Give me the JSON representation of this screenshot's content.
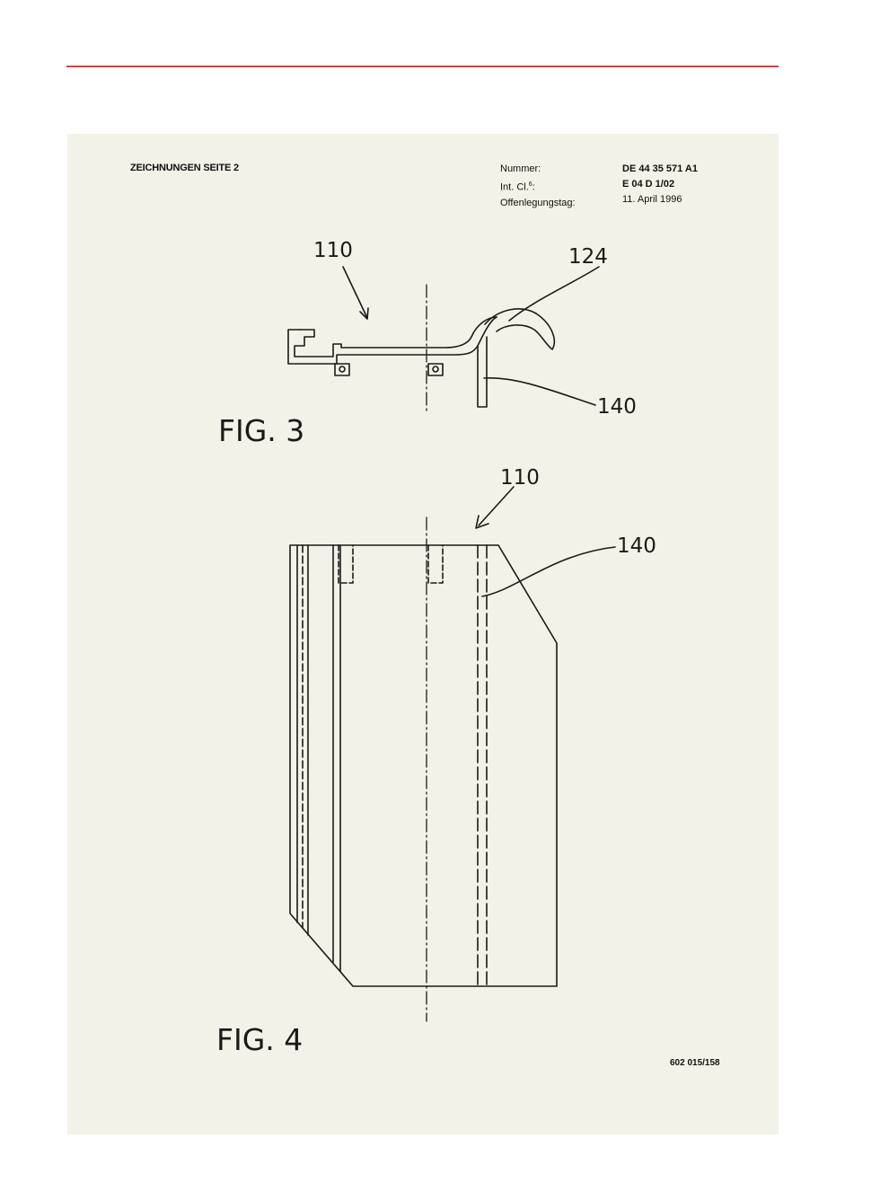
{
  "header": {
    "left": "ZEICHNUNGEN SEITE 2",
    "fields": [
      {
        "label": "Nummer:",
        "value": "DE 44 35 571  A1"
      },
      {
        "label": "Int. Cl.",
        "label_sup": "6",
        "label_tail": ":",
        "value": "E 04 D   1/02"
      },
      {
        "label": "Offenlegungstag:",
        "value": "11. April 1996"
      }
    ]
  },
  "fig3": {
    "caption": "FIG. 3",
    "refs": {
      "r110": "110",
      "r124": "124",
      "r140": "140"
    }
  },
  "fig4": {
    "caption": "FIG. 4",
    "refs": {
      "r110": "110",
      "r140": "140"
    }
  },
  "footer": {
    "code": "602 015/158"
  },
  "colors": {
    "rule": "#e23b3b",
    "sheet": "#f3f2e8",
    "ink": "#1a1a1a"
  }
}
